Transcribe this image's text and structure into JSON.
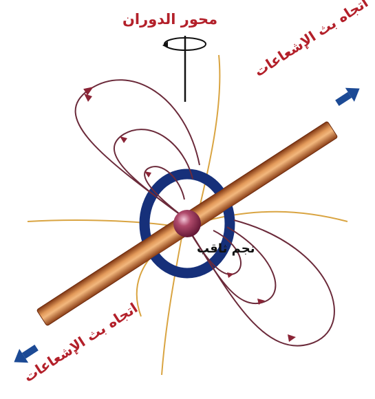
{
  "labels": {
    "rotation_axis": "محور الدوران",
    "emission_direction_top": "اتجاه بث الإشعاعات",
    "emission_direction_bottom": "اتجاه بث الإشعاعات",
    "star": "نجم ثاقب"
  },
  "colors": {
    "label_red": "#b3202a",
    "field_line": "#6b2a3a",
    "field_arrow": "#8a2436",
    "outer_line": "#d9a441",
    "beam": "#c06a2e",
    "ring": "#16307a",
    "arrow_blue": "#1c4a95",
    "star": "#8c2a48"
  }
}
